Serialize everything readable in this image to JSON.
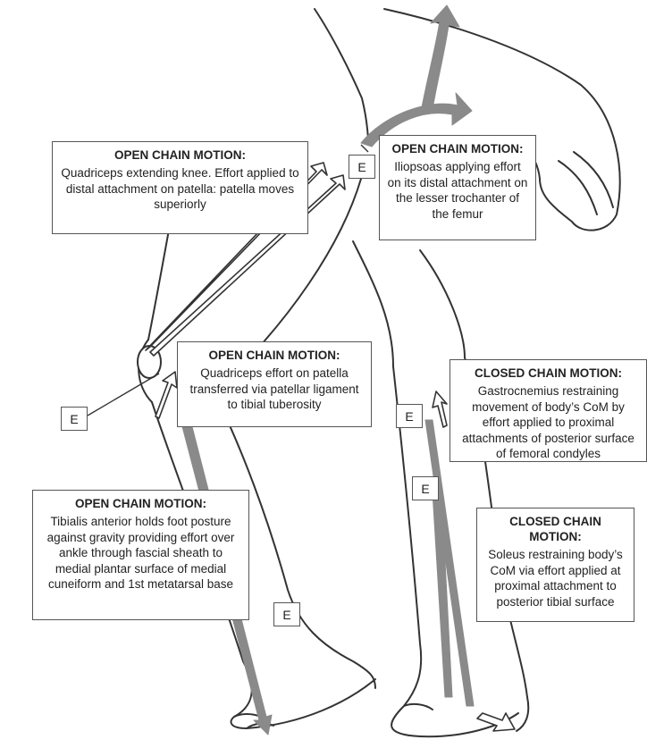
{
  "callouts": {
    "quadriceps_knee": {
      "title": "OPEN CHAIN MOTION:",
      "body": "Quadriceps extending knee. Effort applied to distal attachment on patella: patella moves superiorly"
    },
    "iliopsoas": {
      "title": "OPEN CHAIN MOTION:",
      "body": "Iliopsoas applying effort on its distal attachment on the lesser trochanter of the femur"
    },
    "quadriceps_patella": {
      "title": "OPEN CHAIN MOTION:",
      "body": "Quadriceps effort on patella transferred via patellar ligament to tibial tuberosity"
    },
    "gastrocnemius": {
      "title": "CLOSED CHAIN MOTION:",
      "body": "Gastrocnemius restraining movement of body’s CoM by effort applied to proximal attachments of posterior surface of femoral condyles"
    },
    "tibialis_anterior": {
      "title": "OPEN CHAIN MOTION:",
      "body": "Tibialis anterior holds foot posture against gravity providing effort over ankle through fascial sheath to medial plantar surface of medial cuneiform and 1st metatarsal base"
    },
    "soleus": {
      "title": "CLOSED CHAIN MOTION:",
      "body": "Soleus restraining body’s CoM via effort applied at proximal attachment to posterior tibial surface"
    }
  },
  "effort_label": "E",
  "colors": {
    "outline": "#333333",
    "arrow_gray": "#8a8a8a",
    "box_border": "#555555",
    "background": "#ffffff"
  }
}
